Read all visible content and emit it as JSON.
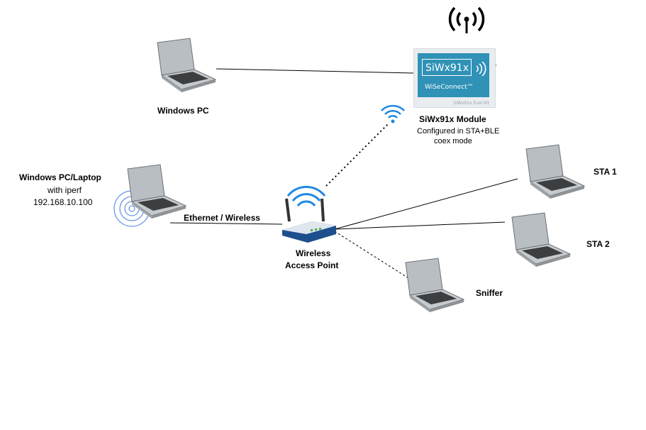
{
  "nodes": {
    "windows_pc": {
      "label": "Windows PC"
    },
    "windows_laptop": {
      "label": "Windows PC/Laptop",
      "sub1": "with iperf",
      "sub2": "192.168.10.100"
    },
    "module": {
      "label": "SiWx91x Module",
      "sub1": "Configured in STA+BLE",
      "sub2": "coex mode",
      "chip_text": "SiWx91x",
      "brand_text": "WiSeConnect™",
      "kit_text": "SiWx91x Eval Kit"
    },
    "access_point": {
      "line1": "Wireless",
      "line2": "Access Point"
    },
    "sta1": {
      "label": "STA 1"
    },
    "sta2": {
      "label": "STA 2"
    },
    "sniffer": {
      "label": "Sniffer"
    }
  },
  "links": {
    "ethernet": {
      "label": "Ethernet / Wireless"
    }
  },
  "icons": {
    "laptop": "laptop-icon",
    "router": "wireless-router-icon",
    "wifi": "wifi-icon",
    "antenna": "radio-antenna-icon"
  },
  "colors": {
    "wifi_blue": "#1e88e5",
    "module_blue": "#2f92b6",
    "laptop_body": "#a9aeb3",
    "screen": "#1f2f8a"
  }
}
